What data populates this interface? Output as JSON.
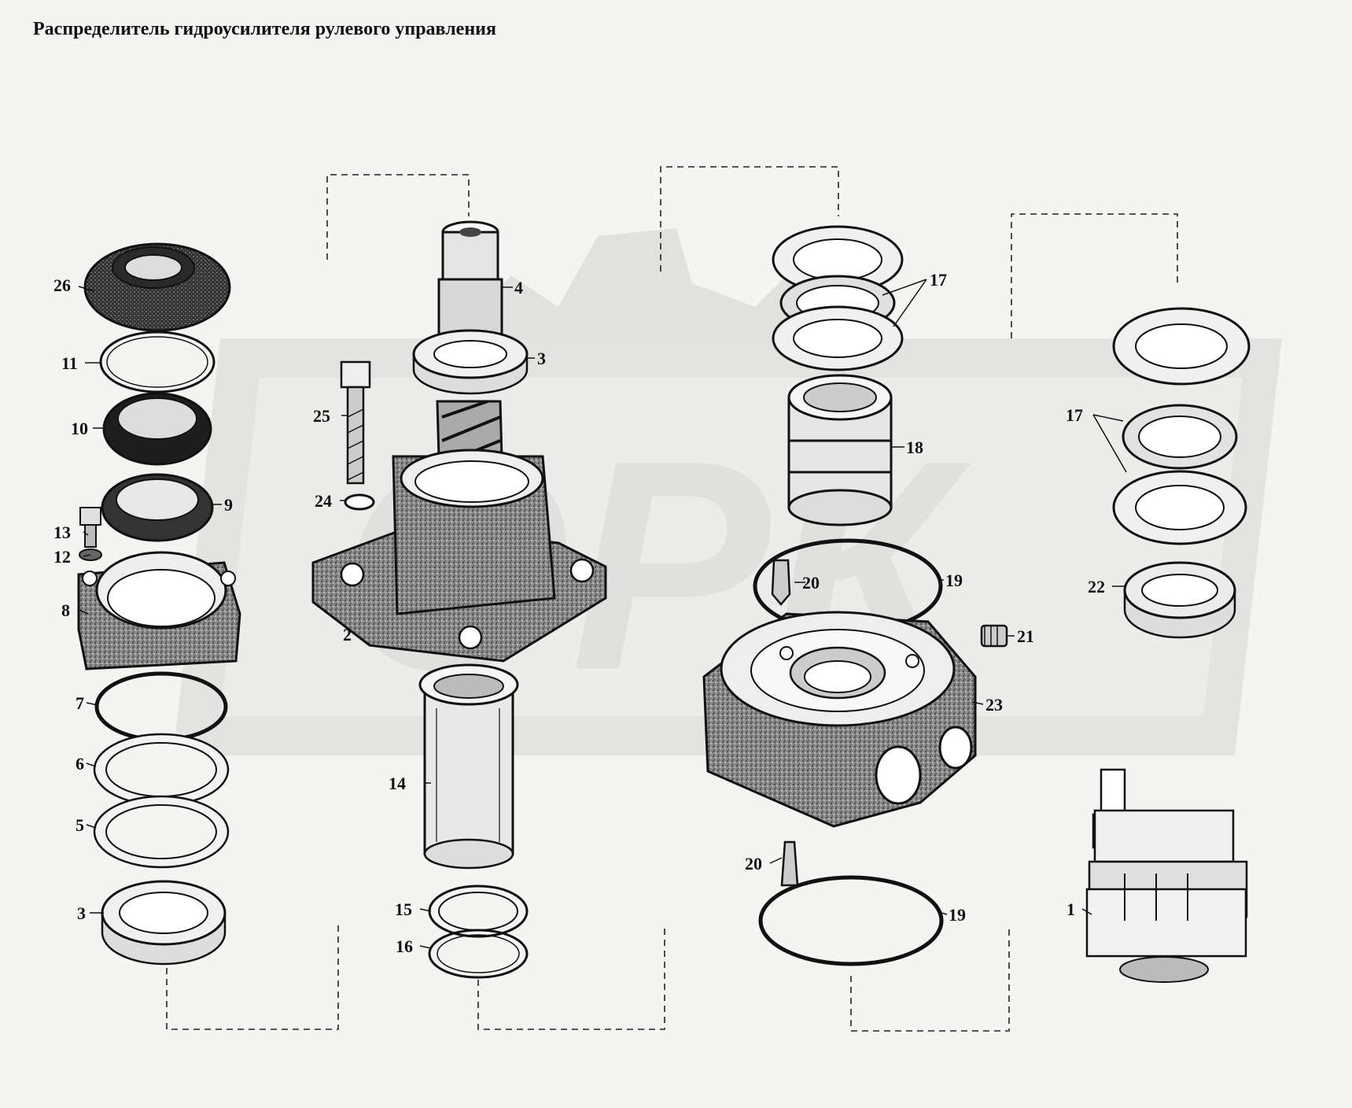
{
  "title": "Распределитель гидроусилителя рулевого управления",
  "callouts": [
    {
      "id": "c26",
      "text": "26"
    },
    {
      "id": "c11",
      "text": "11"
    },
    {
      "id": "c10",
      "text": "10"
    },
    {
      "id": "c9",
      "text": "9"
    },
    {
      "id": "c13",
      "text": "13"
    },
    {
      "id": "c12",
      "text": "12"
    },
    {
      "id": "c8",
      "text": "8"
    },
    {
      "id": "c7",
      "text": "7"
    },
    {
      "id": "c6",
      "text": "6"
    },
    {
      "id": "c5",
      "text": "5"
    },
    {
      "id": "c3a",
      "text": "3"
    },
    {
      "id": "c4",
      "text": "4"
    },
    {
      "id": "c3b",
      "text": "3"
    },
    {
      "id": "c25",
      "text": "25"
    },
    {
      "id": "c24",
      "text": "24"
    },
    {
      "id": "c2",
      "text": "2"
    },
    {
      "id": "c14",
      "text": "14"
    },
    {
      "id": "c15",
      "text": "15"
    },
    {
      "id": "c16",
      "text": "16"
    },
    {
      "id": "c17a",
      "text": "17"
    },
    {
      "id": "c18",
      "text": "18"
    },
    {
      "id": "c20a",
      "text": "20"
    },
    {
      "id": "c19a",
      "text": "19"
    },
    {
      "id": "c21",
      "text": "21"
    },
    {
      "id": "c23",
      "text": "23"
    },
    {
      "id": "c20b",
      "text": "20"
    },
    {
      "id": "c19b",
      "text": "19"
    },
    {
      "id": "c17b",
      "text": "17"
    },
    {
      "id": "c22",
      "text": "22"
    },
    {
      "id": "c1",
      "text": "1"
    }
  ]
}
